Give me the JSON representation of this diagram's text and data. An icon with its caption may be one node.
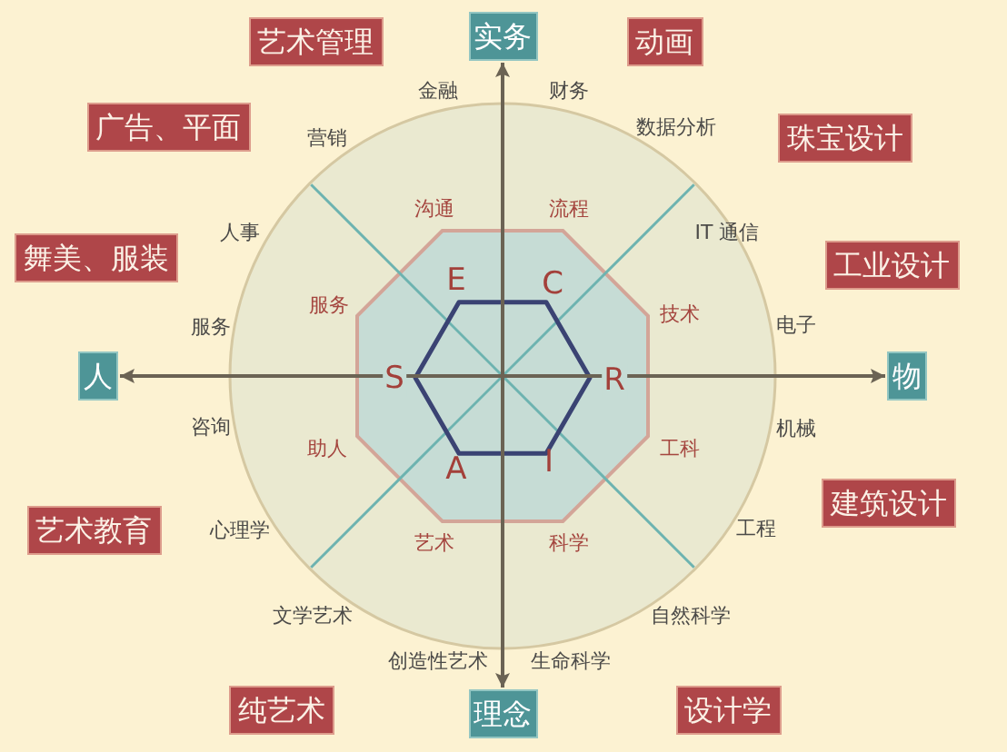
{
  "diagram": {
    "nodes": [
      {
        "text": [
          "艺术管理"
        ]
      },
      {
        "text": [
          "实务"
        ]
      },
      {
        "text": [
          "动画"
        ]
      },
      {
        "text": [
          "广告、平面"
        ]
      },
      {
        "text": [
          "珠宝设计"
        ]
      },
      {
        "text": [
          "舞美、服装"
        ]
      },
      {
        "text": [
          "工业设计"
        ]
      },
      {
        "text": [
          "人"
        ]
      },
      {
        "text": [
          "物"
        ]
      },
      {
        "text": [
          "建筑设计"
        ]
      },
      {
        "text": [
          "艺术教育"
        ]
      },
      {
        "text": [
          "纯艺术"
        ]
      },
      {
        "text": [
          "理念"
        ]
      },
      {
        "text": [
          "设计学"
        ]
      }
    ],
    "edges": [
      {
        "from": 1,
        "to": 12,
        "arrow": "both"
      },
      {
        "from": 7,
        "to": 8,
        "arrow": "both"
      }
    ],
    "labels": [
      "金融",
      "财务",
      "营销",
      "数据分析",
      "沟通",
      "流程",
      "人事",
      "IT 通信",
      "E",
      "C",
      "服务",
      "服务",
      "技术",
      "电子",
      "S",
      "R",
      "咨询",
      "助人",
      "工科",
      "机械",
      "A",
      "I",
      "心理学",
      "艺术",
      "科学",
      "工程",
      "文学艺术",
      "自然科学",
      "创造性艺术",
      "生命科学"
    ]
  }
}
